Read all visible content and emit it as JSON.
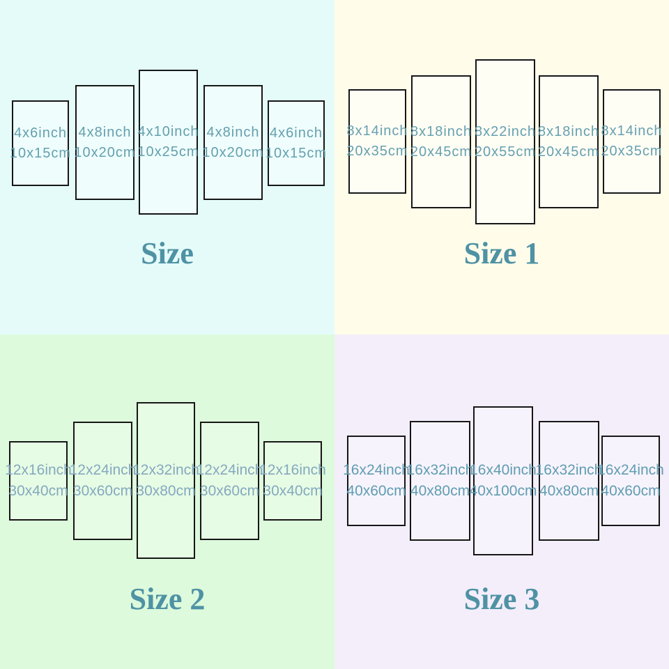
{
  "colors": {
    "panel_border": "#161616",
    "title": "#4e92a4"
  },
  "quadrants": [
    {
      "title": "Size",
      "background": "#e4fbfa",
      "panel_fill": "#effefd",
      "label_color": "#649fad",
      "panels": [
        {
          "inch": "4x6inch",
          "cm": "10x15cm"
        },
        {
          "inch": "4x8inch",
          "cm": "10x20cm"
        },
        {
          "inch": "4x10inch",
          "cm": "10x25cm"
        },
        {
          "inch": "4x8inch",
          "cm": "10x20cm"
        },
        {
          "inch": "4x6inch",
          "cm": "10x15cm"
        }
      ]
    },
    {
      "title": "Size 1",
      "background": "#fffdea",
      "panel_fill": "#fffef5",
      "label_color": "#66a0b0",
      "panels": [
        {
          "inch": "8x14inch",
          "cm": "20x35cm"
        },
        {
          "inch": "8x18inch",
          "cm": "20x45cm"
        },
        {
          "inch": "8x22inch",
          "cm": "20x55cm"
        },
        {
          "inch": "8x18inch",
          "cm": "20x45cm"
        },
        {
          "inch": "8x14inch",
          "cm": "20x35cm"
        }
      ]
    },
    {
      "title": "Size 2",
      "background": "#ddfadc",
      "panel_fill": "#e7fce4",
      "label_color": "#84a9c0",
      "panels": [
        {
          "inch": "12x16inch",
          "cm": "30x40cm"
        },
        {
          "inch": "12x24inch",
          "cm": "30x60cm"
        },
        {
          "inch": "12x32inch",
          "cm": "30x80cm"
        },
        {
          "inch": "12x24inch",
          "cm": "30x60cm"
        },
        {
          "inch": "12x16inch",
          "cm": "30x40cm"
        }
      ]
    },
    {
      "title": "Size 3",
      "background": "#f3eefa",
      "panel_fill": "#f7f3fc",
      "label_color": "#5f9db1",
      "panels": [
        {
          "inch": "16x24inch",
          "cm": "40x60cm"
        },
        {
          "inch": "16x32inch",
          "cm": "40x80cm"
        },
        {
          "inch": "16x40inch",
          "cm": "40x100cm"
        },
        {
          "inch": "16x32inch",
          "cm": "40x80cm"
        },
        {
          "inch": "16x24inch",
          "cm": "40x60cm"
        }
      ]
    }
  ]
}
